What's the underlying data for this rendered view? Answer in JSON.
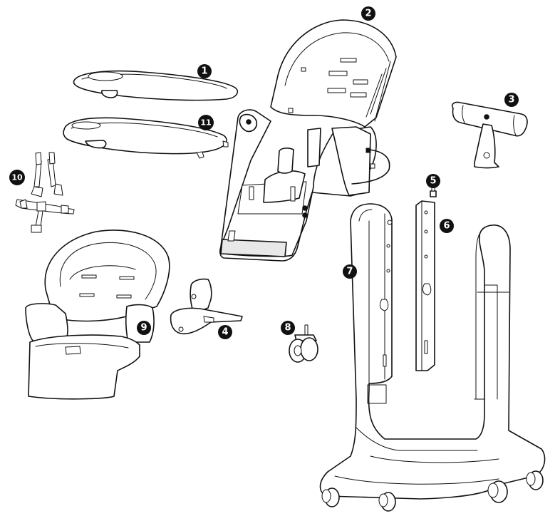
{
  "callouts": [
    {
      "id": "1",
      "label": "1"
    },
    {
      "id": "2",
      "label": "2"
    },
    {
      "id": "3",
      "label": "3"
    },
    {
      "id": "4",
      "label": "4"
    },
    {
      "id": "5",
      "label": "5"
    },
    {
      "id": "6",
      "label": "6"
    },
    {
      "id": "7",
      "label": "7"
    },
    {
      "id": "8",
      "label": "8"
    },
    {
      "id": "9",
      "label": "9"
    },
    {
      "id": "10",
      "label": "10"
    },
    {
      "id": "11",
      "label": "11"
    }
  ],
  "colors": {
    "line": "#111111",
    "background": "#ffffff",
    "badge": "#111111",
    "badge_text": "#ffffff"
  }
}
